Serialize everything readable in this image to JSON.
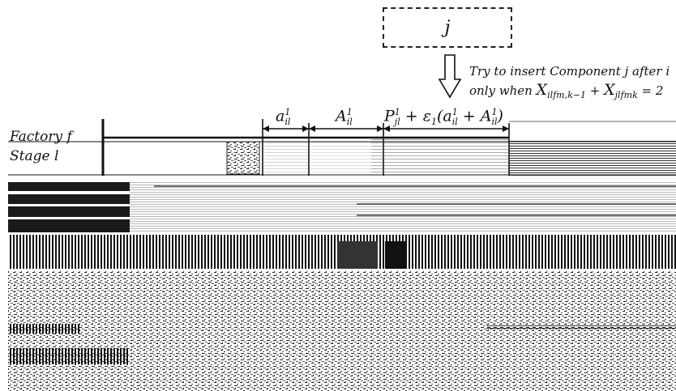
{
  "job_box": {
    "label": "j"
  },
  "note": {
    "line1": "Try to insert Component j after i",
    "line2_prefix": "only when ",
    "line2_formula": "X",
    "line2_sub1": "ilfm,k−1",
    "line2_plus": " + ",
    "line2_formula2": "X",
    "line2_sub2": "jlfmk",
    "line2_suffix": " = 2"
  },
  "annotations": {
    "a_label": "a",
    "a_sup": "1",
    "a_sub": "il",
    "A_label": "A",
    "A_sup": "1",
    "A_sub": "il",
    "P_expr": {
      "P": "P",
      "P_sup": "1",
      "P_sub": "jl",
      "plus_eps": " + ε",
      "eps_sub": "1",
      "open": "(a",
      "a_sup": "1",
      "a_sub": "il",
      "plus": " + A",
      "A_sup": "1",
      "A_sub": "il",
      "close": ")"
    }
  },
  "rows": {
    "factory": "Factory f",
    "stage": "Stage l"
  },
  "colors": {
    "ink": "#111111",
    "dark_block": "#1a1a1a",
    "hatch": "#555555"
  }
}
